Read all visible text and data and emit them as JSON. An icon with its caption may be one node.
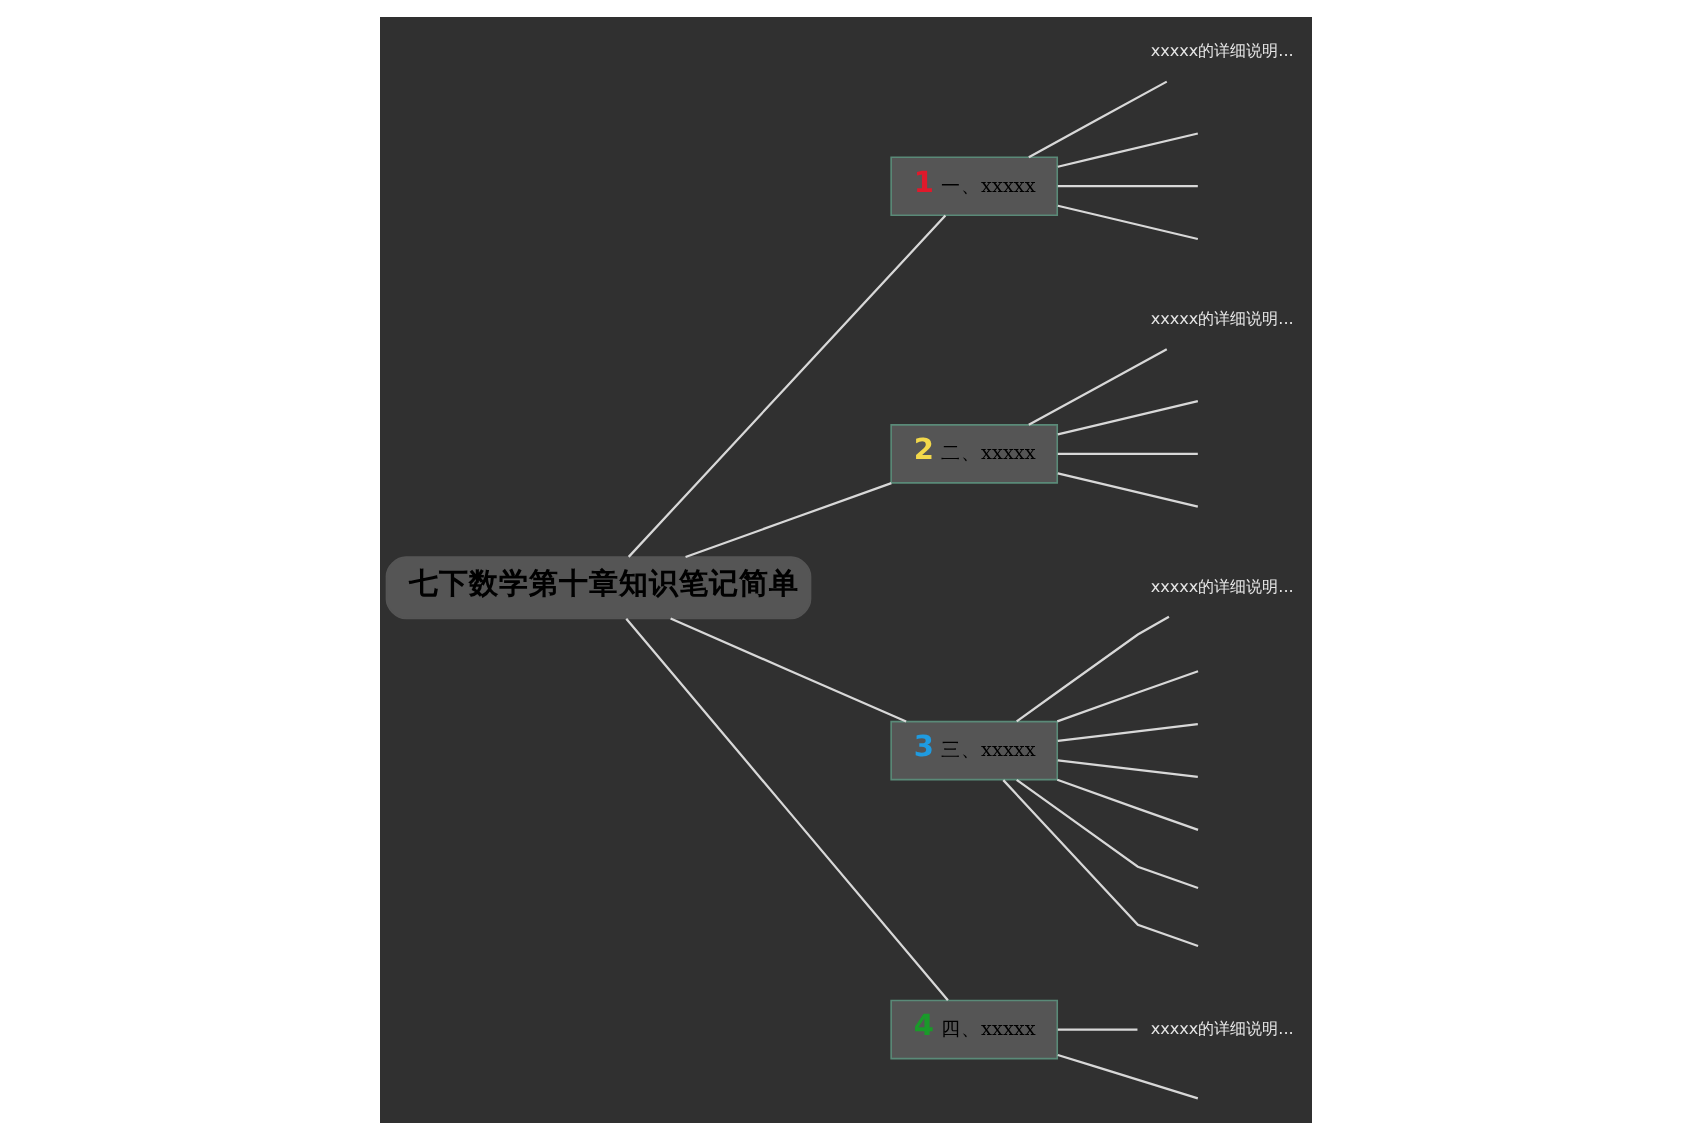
{
  "diagram": {
    "nodes": [
      {
        "text": [
          "七下数学第十章知识笔记简单"
        ]
      },
      {
        "text": [
          "1",
          "一、xxxxx"
        ]
      },
      {
        "text": [
          "xxxxx的详细说明..."
        ]
      },
      {
        "text": [
          "2",
          "二、xxxxx"
        ]
      },
      {
        "text": [
          "xxxxx的详细说明..."
        ]
      },
      {
        "text": [
          "3",
          "三、xxxxx"
        ]
      },
      {
        "text": [
          "xxxxx的详细说明..."
        ]
      },
      {
        "text": [
          "4",
          "四、xxxxx"
        ]
      },
      {
        "text": [
          "xxxxx的详细说明..."
        ]
      }
    ],
    "edges": [
      {
        "from": 0,
        "to": 1,
        "arrow": "none"
      },
      {
        "from": 0,
        "to": 3,
        "arrow": "none"
      },
      {
        "from": 0,
        "to": 5,
        "arrow": "none"
      },
      {
        "from": 0,
        "to": 7,
        "arrow": "none"
      },
      {
        "from": 1,
        "to": null,
        "arrow": "none"
      },
      {
        "from": 1,
        "to": 2,
        "arrow": "none"
      },
      {
        "from": 1,
        "to": null,
        "arrow": "none"
      },
      {
        "from": 1,
        "to": null,
        "arrow": "none"
      },
      {
        "from": 3,
        "to": null,
        "arrow": "none"
      },
      {
        "from": 3,
        "to": 4,
        "arrow": "none"
      },
      {
        "from": 3,
        "to": null,
        "arrow": "none"
      },
      {
        "from": 3,
        "to": null,
        "arrow": "none"
      },
      {
        "from": 5,
        "to": null,
        "arrow": "none"
      },
      {
        "from": 5,
        "to": 6,
        "arrow": "none"
      },
      {
        "from": 5,
        "to": null,
        "arrow": "none"
      },
      {
        "from": 5,
        "to": null,
        "arrow": "none"
      },
      {
        "from": 5,
        "to": null,
        "arrow": "none"
      },
      {
        "from": 5,
        "to": null,
        "arrow": "none"
      },
      {
        "from": 5,
        "to": null,
        "arrow": "none"
      },
      {
        "from": 7,
        "to": null,
        "arrow": "none"
      },
      {
        "from": 7,
        "to": 8,
        "arrow": "none"
      }
    ]
  }
}
